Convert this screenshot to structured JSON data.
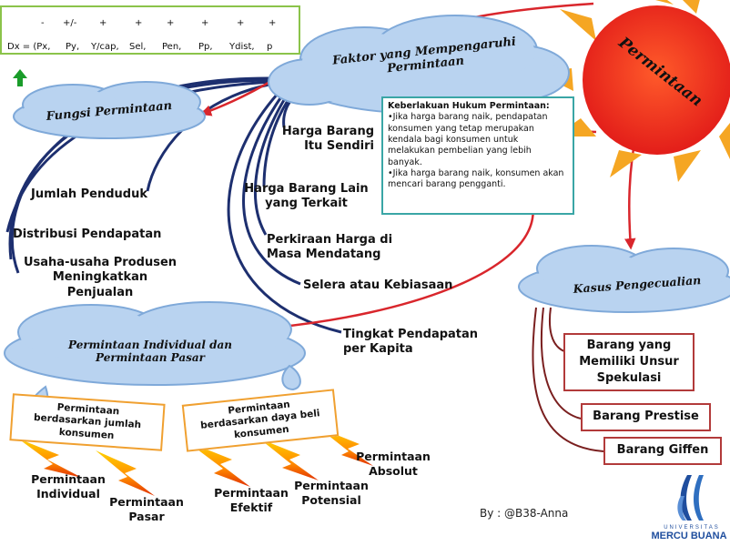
{
  "formula": {
    "signs": [
      "-",
      "+/-",
      "+",
      "+",
      "+",
      "+",
      "+",
      "+"
    ],
    "terms": [
      "Dx = (Px,",
      "Py,",
      "Y/cap,",
      "Sel,",
      "Pen,",
      "Pp,",
      "Ydist,",
      "p"
    ]
  },
  "clouds": {
    "faktor": "Faktor yang Mempengaruhi Permintaan",
    "fungsi": "Fungsi Permintaan",
    "kasus": "Kasus Pengecualian",
    "individual_pasar": "Permintaan Individual dan Permintaan Pasar"
  },
  "sun": {
    "label": "Permintaan"
  },
  "factors": {
    "harga_barang": "Harga Barang\nItu Sendiri",
    "harga_lain": "Harga Barang Lain\nyang Terkait",
    "perkiraan": "Perkiraan Harga di\nMasa Mendatang",
    "selera": "Selera atau Kebiasaan",
    "pendapatan": "Tingkat Pendapatan\nper Kapita",
    "jumlah_penduduk": "Jumlah Penduduk",
    "distribusi": "Distribusi Pendapatan",
    "usaha": "Usaha-usaha Produsen\nMeningkatkan Penjualan"
  },
  "hukum": {
    "title": "Keberlakuan Hukum Permintaan:",
    "line1": "•Jika harga barang naik, pendapatan konsumen yang tetap merupakan kendala bagi konsumen untuk melakukan pembelian yang lebih banyak.",
    "line2": "•Jika harga barang naik, konsumen akan mencari barang pengganti."
  },
  "exceptions": {
    "spekulasi": "Barang yang\nMemiliki Unsur\nSpekulasi",
    "prestise": "Barang Prestise",
    "giffen": "Barang Giffen"
  },
  "groups": {
    "jumlah_konsumen": "Permintaan\nberdasarkan  jumlah\nkonsumen",
    "daya_beli": "Permintaan\nberdasarkan daya beli\nkonsumen"
  },
  "types": {
    "individual": "Permintaan\nIndividual",
    "pasar": "Permintaan\nPasar",
    "efektif": "Permintaan\nEfektif",
    "potensial": "Permintaan\nPotensial",
    "absolut": "Permintaan\nAbsolut"
  },
  "credit": "By : @B38-Anna",
  "logo": {
    "line1": "UNIVERSITAS",
    "line2": "MERCU BUANA"
  },
  "colors": {
    "cloud": "#b9d3f0",
    "cloud_edge": "#7fa9d9",
    "sun_body": "#e8201c",
    "sun_ray": "#f5a623",
    "arrow_red": "#d9262c",
    "line_navy": "#1d2f6f",
    "box_red": "#b23a3a",
    "box_orange": "#f0a030"
  },
  "icons": [
    "up-arrow-icon",
    "lightning-icon",
    "sun-icon",
    "drop-icon"
  ]
}
